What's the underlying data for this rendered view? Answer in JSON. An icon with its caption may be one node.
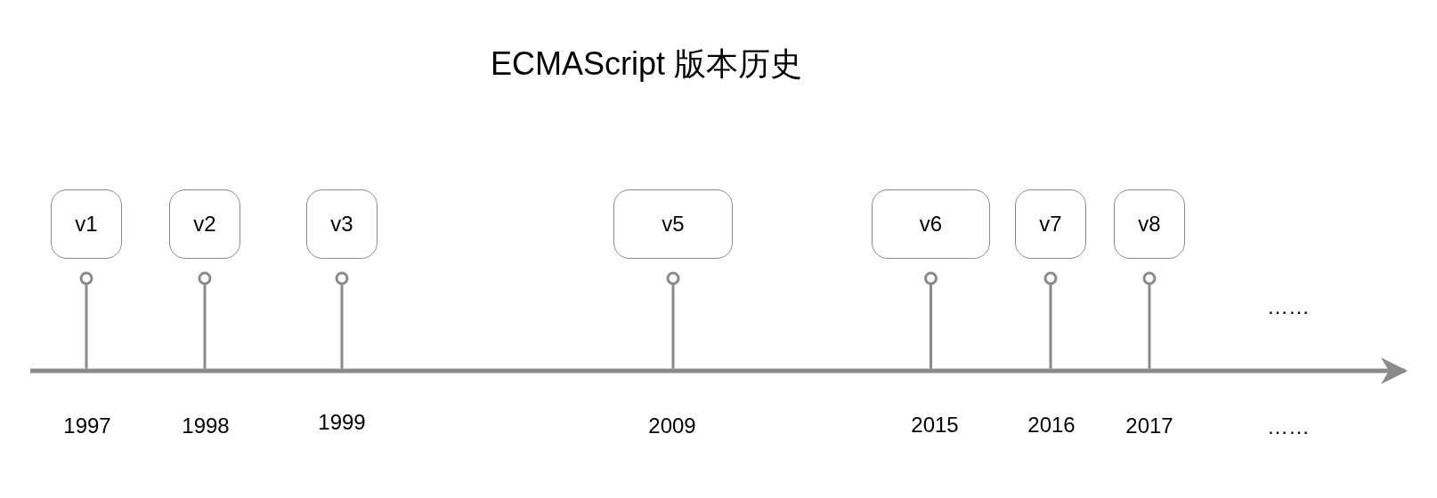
{
  "diagram": {
    "title": "ECMAScript 版本历史",
    "nodes": [
      {
        "text": [
          "v1"
        ]
      },
      {
        "text": [
          "v2"
        ]
      },
      {
        "text": [
          "v3"
        ]
      },
      {
        "text": [
          "v5"
        ]
      },
      {
        "text": [
          "v6"
        ]
      },
      {
        "text": [
          "v7"
        ]
      },
      {
        "text": [
          "v8"
        ]
      }
    ],
    "labels": [
      "……",
      "1997",
      "1998",
      "1999",
      "2009",
      "2015",
      "2016",
      "2017",
      "……"
    ]
  }
}
